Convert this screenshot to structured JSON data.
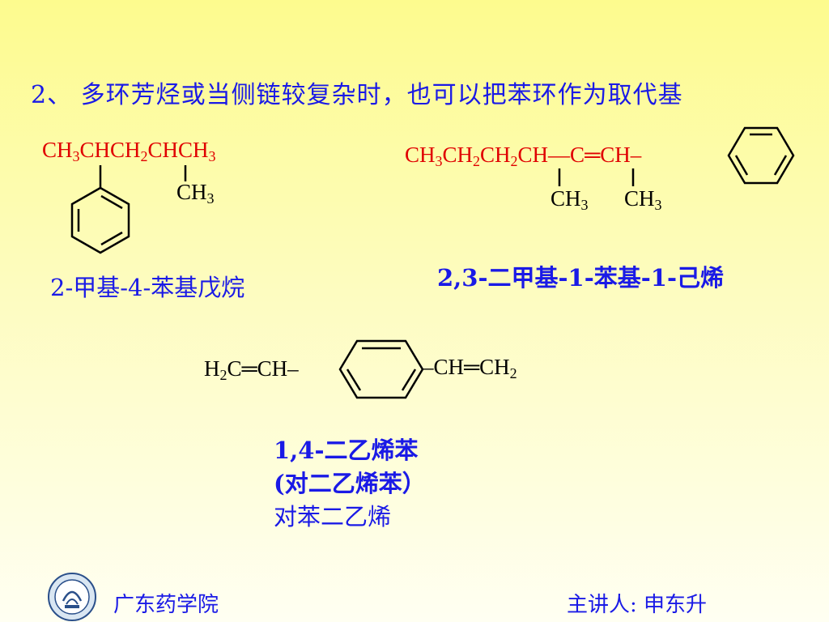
{
  "heading": "2、 多环芳烃或当侧链较复杂时，也可以把苯环作为取代基",
  "compound1": {
    "formula_parts": [
      "CH",
      "3",
      "CHCH",
      "2",
      "CHCH",
      "3"
    ],
    "branch": [
      "CH",
      "3"
    ],
    "name": "2-甲基-4-苯基戊烷"
  },
  "compound2": {
    "formula_parts": [
      "CH",
      "3",
      "CH",
      "2",
      "CH",
      "2",
      "CH—C═CH–"
    ],
    "branch1": [
      "CH",
      "3"
    ],
    "branch2": [
      "CH",
      "3"
    ],
    "name": "2,3-二甲基-1-苯基-1-己烯"
  },
  "compound3": {
    "left": [
      "H",
      "2",
      "C═CH–"
    ],
    "right": [
      "–CH═",
      "CH",
      "2"
    ],
    "name_lines": [
      "1,4-二乙烯苯",
      "(对二乙烯苯）",
      "对苯二乙烯"
    ]
  },
  "footer": {
    "school": "广东药学院",
    "lecturer": "主讲人: 申东升"
  },
  "colors": {
    "title_blue": "#1a1ae6",
    "formula_red": "#e00000",
    "formula_black": "#000000"
  }
}
